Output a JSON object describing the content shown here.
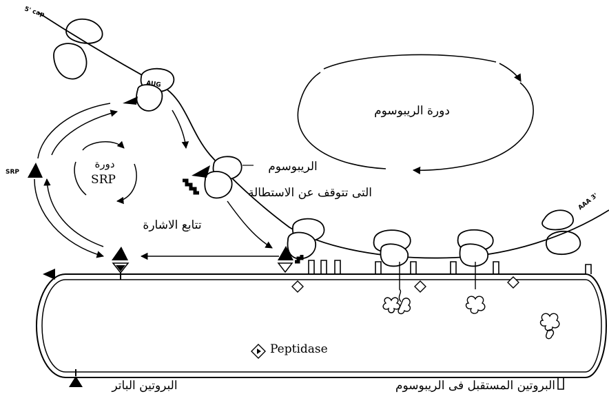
{
  "labels": {
    "cap": "5' cap",
    "aug": "AUG",
    "polya": "AAA 3'",
    "srp": "SRP",
    "srp_cycle_line1": "دورة",
    "srp_cycle_line2": "SRP",
    "ribosome_cycle": "دورة الريبوسوم",
    "arrested_ribosome_line1": "الريبوسوم",
    "arrested_ribosome_line2": "التى تتوقف عن الاستطالة",
    "signal_sequence": "تتابع الاشارة",
    "peptidase": "Peptidase",
    "mature_protein": "البروتين الباتر",
    "receptor_protein": "البروتين المستقبل فى الريبوسوم"
  },
  "icons": [
    "ribosome-icon",
    "srp-particle-icon",
    "signal-sequence-icon",
    "receptor-icon",
    "peptidase-icon",
    "folded-protein-icon",
    "arrow-icon"
  ]
}
